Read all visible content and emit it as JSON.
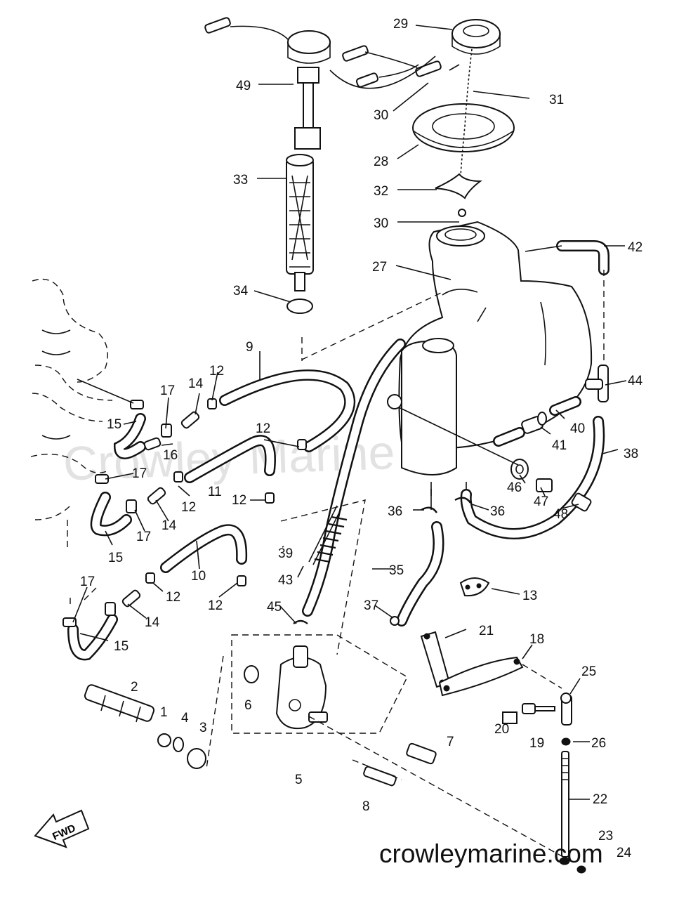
{
  "diagram": {
    "watermark": "Crowley Marine",
    "site_label": "crowleymarine.com",
    "arrow_label": "FWD",
    "part_labels": [
      "1",
      "2",
      "3",
      "4",
      "5",
      "6",
      "7",
      "8",
      "9",
      "10",
      "11",
      "12",
      "12",
      "12",
      "12",
      "12",
      "12",
      "13",
      "14",
      "14",
      "14",
      "15",
      "15",
      "15",
      "16",
      "17",
      "17",
      "17",
      "17",
      "18",
      "19",
      "20",
      "21",
      "22",
      "23",
      "24",
      "25",
      "26",
      "27",
      "28",
      "29",
      "30",
      "30",
      "31",
      "32",
      "33",
      "34",
      "35",
      "36",
      "36",
      "37",
      "38",
      "39",
      "40",
      "41",
      "42",
      "43",
      "44",
      "45",
      "46",
      "47",
      "48",
      "49"
    ]
  }
}
